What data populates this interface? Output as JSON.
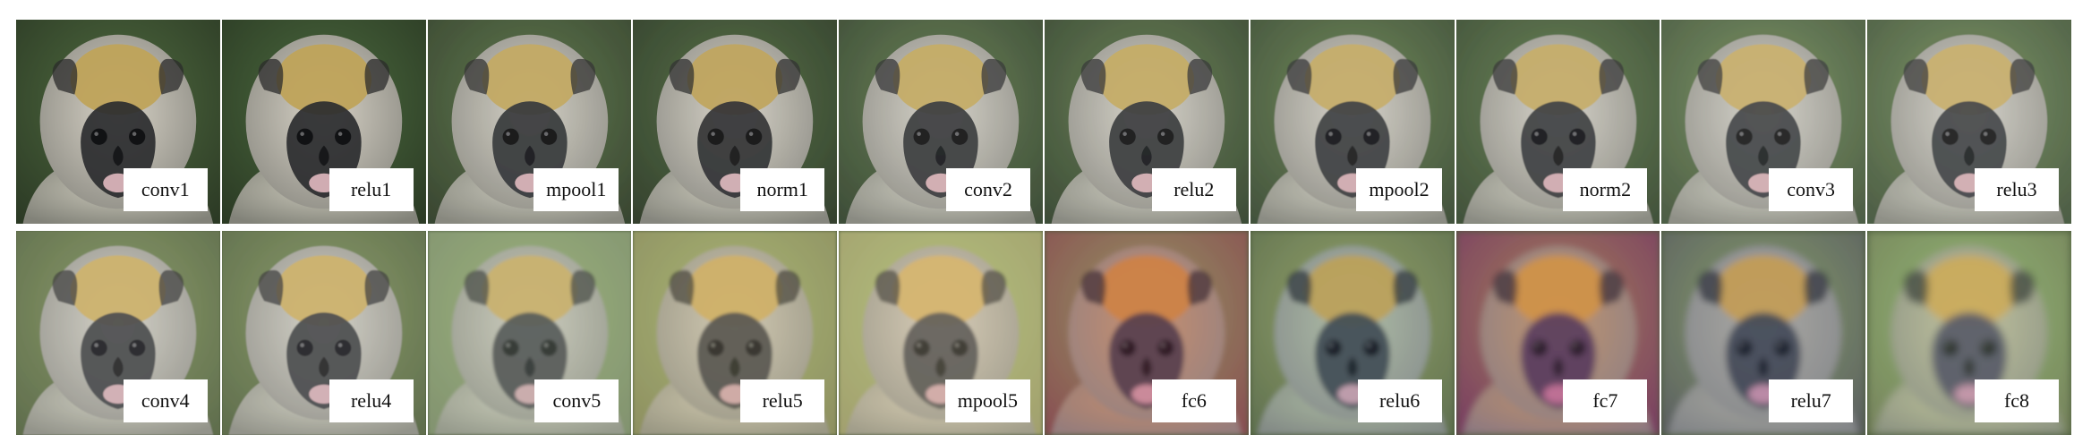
{
  "figure": {
    "rows": [
      {
        "tiles": [
          {
            "label": "conv1",
            "blur": 0.0,
            "bg": "#4f6b3f",
            "bg2": "#2c3a25",
            "fur": "#d7d2c6",
            "cap": "#bfa35a",
            "face": "#2b2d2f",
            "mouth": "#d9b3b8",
            "tint": "#000000",
            "tintOpacity": 0.0
          },
          {
            "label": "relu1",
            "blur": 0.0,
            "bg": "#4b6a3e",
            "bg2": "#2b3a24",
            "fur": "#d7d2c6",
            "cap": "#bfa35a",
            "face": "#2b2d2f",
            "mouth": "#d9b3b8",
            "tint": "#000000",
            "tintOpacity": 0.0
          },
          {
            "label": "mpool1",
            "blur": 0.2,
            "bg": "#5b7546",
            "bg2": "#2f3d27",
            "fur": "#d2cfc3",
            "cap": "#c0a55c",
            "face": "#2e3032",
            "mouth": "#d7b0b5",
            "tint": "#ffffff",
            "tintOpacity": 0.05
          },
          {
            "label": "norm1",
            "blur": 0.2,
            "bg": "#516d40",
            "bg2": "#2d3a26",
            "fur": "#d6d2c6",
            "cap": "#bea25a",
            "face": "#2c2e30",
            "mouth": "#d8b2b7",
            "tint": "#ffffff",
            "tintOpacity": 0.04
          },
          {
            "label": "conv2",
            "blur": 0.4,
            "bg": "#5f7a49",
            "bg2": "#30402a",
            "fur": "#d4d1c6",
            "cap": "#c1a75d",
            "face": "#2f3133",
            "mouth": "#d7afb4",
            "tint": "#ffffff",
            "tintOpacity": 0.07
          },
          {
            "label": "relu2",
            "blur": 0.4,
            "bg": "#607a49",
            "bg2": "#30402a",
            "fur": "#d4d1c6",
            "cap": "#c1a75d",
            "face": "#2f3133",
            "mouth": "#d7afb4",
            "tint": "#ffffff",
            "tintOpacity": 0.07
          },
          {
            "label": "mpool2",
            "blur": 0.6,
            "bg": "#66814d",
            "bg2": "#34452d",
            "fur": "#d3d0c5",
            "cap": "#c2a85f",
            "face": "#313335",
            "mouth": "#d6aeb3",
            "tint": "#ffffff",
            "tintOpacity": 0.08
          },
          {
            "label": "norm2",
            "blur": 0.6,
            "bg": "#5f7c4a",
            "bg2": "#33442b",
            "fur": "#d3d0c5",
            "cap": "#c2a85f",
            "face": "#313335",
            "mouth": "#d6aeb3",
            "tint": "#ffffff",
            "tintOpacity": 0.08
          },
          {
            "label": "conv3",
            "blur": 0.8,
            "bg": "#6f8a55",
            "bg2": "#3a4c31",
            "fur": "#d1cfc5",
            "cap": "#c3a961",
            "face": "#333537",
            "mouth": "#d5adb2",
            "tint": "#ffffff",
            "tintOpacity": 0.1
          },
          {
            "label": "relu3",
            "blur": 0.8,
            "bg": "#6f8a55",
            "bg2": "#3a4c31",
            "fur": "#d1cfc5",
            "cap": "#c3a961",
            "face": "#333537",
            "mouth": "#d5adb2",
            "tint": "#ffffff",
            "tintOpacity": 0.1
          }
        ]
      },
      {
        "tiles": [
          {
            "label": "conv4",
            "blur": 1.0,
            "bg": "#7b8f55",
            "bg2": "#4a5a35",
            "fur": "#cfcdc1",
            "cap": "#c6a95b",
            "face": "#35373a",
            "mouth": "#d4adb2",
            "tint": "#ffffff",
            "tintOpacity": 0.12
          },
          {
            "label": "relu4",
            "blur": 1.0,
            "bg": "#7a8f55",
            "bg2": "#4a5a35",
            "fur": "#cfcdc1",
            "cap": "#c6a95b",
            "face": "#35373a",
            "mouth": "#d4adb2",
            "tint": "#ffffff",
            "tintOpacity": 0.12
          },
          {
            "label": "conv5",
            "blur": 2.0,
            "bg": "#8fa86a",
            "bg2": "#6f7f5a",
            "fur": "#cfcbbf",
            "cap": "#c9a65a",
            "face": "#3a3a3f",
            "mouth": "#d3a7ae",
            "tint": "#c7d9c0",
            "tintOpacity": 0.22
          },
          {
            "label": "relu5",
            "blur": 2.0,
            "bg": "#9bae6b",
            "bg2": "#7a7f52",
            "fur": "#cfc7b8",
            "cap": "#cba85c",
            "face": "#3a3a3f",
            "mouth": "#d3a7ae",
            "tint": "#e3d7a1",
            "tintOpacity": 0.2
          },
          {
            "label": "mpool5",
            "blur": 2.4,
            "bg": "#a4b86f",
            "bg2": "#8c8e5a",
            "fur": "#d2c7b8",
            "cap": "#cda95d",
            "face": "#3d3d43",
            "mouth": "#d1a3ab",
            "tint": "#f1e3b7",
            "tintOpacity": 0.22
          },
          {
            "label": "fc6",
            "blur": 3.6,
            "bg": "#8aa35e",
            "bg2": "#7b4d4a",
            "fur": "#c79b6d",
            "cap": "#cf8c3b",
            "face": "#3f3a45",
            "mouth": "#d39aa6",
            "tint": "#c55a78",
            "tintOpacity": 0.18
          },
          {
            "label": "relu6",
            "blur": 3.8,
            "bg": "#9aa45b",
            "bg2": "#5f6a3e",
            "fur": "#b9c2a0",
            "cap": "#c6a14a",
            "face": "#3d4144",
            "mouth": "#d1a0aa",
            "tint": "#6fa2d6",
            "tintOpacity": 0.12
          },
          {
            "label": "fc7",
            "blur": 5.0,
            "bg": "#a58a4e",
            "bg2": "#6f3b5a",
            "fur": "#c5a56a",
            "cap": "#d8a23c",
            "face": "#4a3a55",
            "mouth": "#c97a9a",
            "tint": "#a44b8a",
            "tintOpacity": 0.18
          },
          {
            "label": "relu7",
            "blur": 5.0,
            "bg": "#8aa25a",
            "bg2": "#5a5b52",
            "fur": "#b5b09e",
            "cap": "#d1a146",
            "face": "#3e4247",
            "mouth": "#cf90a5",
            "tint": "#6d7fc8",
            "tintOpacity": 0.14
          },
          {
            "label": "fc8",
            "blur": 6.0,
            "bg": "#8fb36a",
            "bg2": "#6d7452",
            "fur": "#c8c2a0",
            "cap": "#d2a451",
            "face": "#4a4560",
            "mouth": "#cf8fb0",
            "tint": "#a5d59b",
            "tintOpacity": 0.16
          }
        ]
      }
    ]
  }
}
